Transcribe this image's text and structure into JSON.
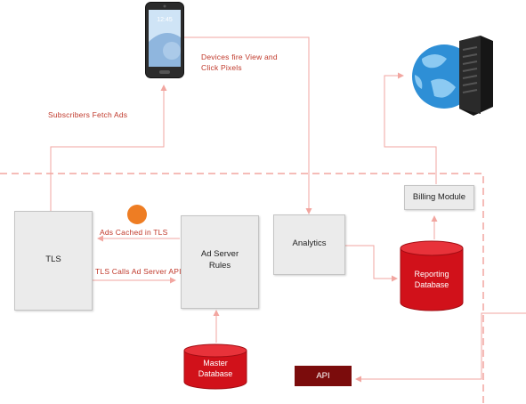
{
  "labels": {
    "devices": [
      "Devices fire View and",
      "Click Pixels"
    ],
    "subscribers": "Subscribers Fetch Ads",
    "ads_cached": "Ads Cached in TLS",
    "tls_calls": "TLS Calls Ad Server API"
  },
  "nodes": {
    "tls": "TLS",
    "ad_server": [
      "Ad Server",
      "Rules"
    ],
    "analytics": "Analytics",
    "billing": "Billing Module",
    "reporting_db": [
      "Reporting",
      "Database"
    ],
    "master_db": [
      "Master",
      "Database"
    ],
    "api": "API"
  },
  "phone_time": "12:45",
  "colors": {
    "arrow": "#f2a6a0",
    "boundary": "#f2a6a0",
    "db_red": "#d1111a",
    "api_bg": "#7b0c0c",
    "cache_dot": "#ee7d23",
    "label_text": "#c0392b"
  }
}
